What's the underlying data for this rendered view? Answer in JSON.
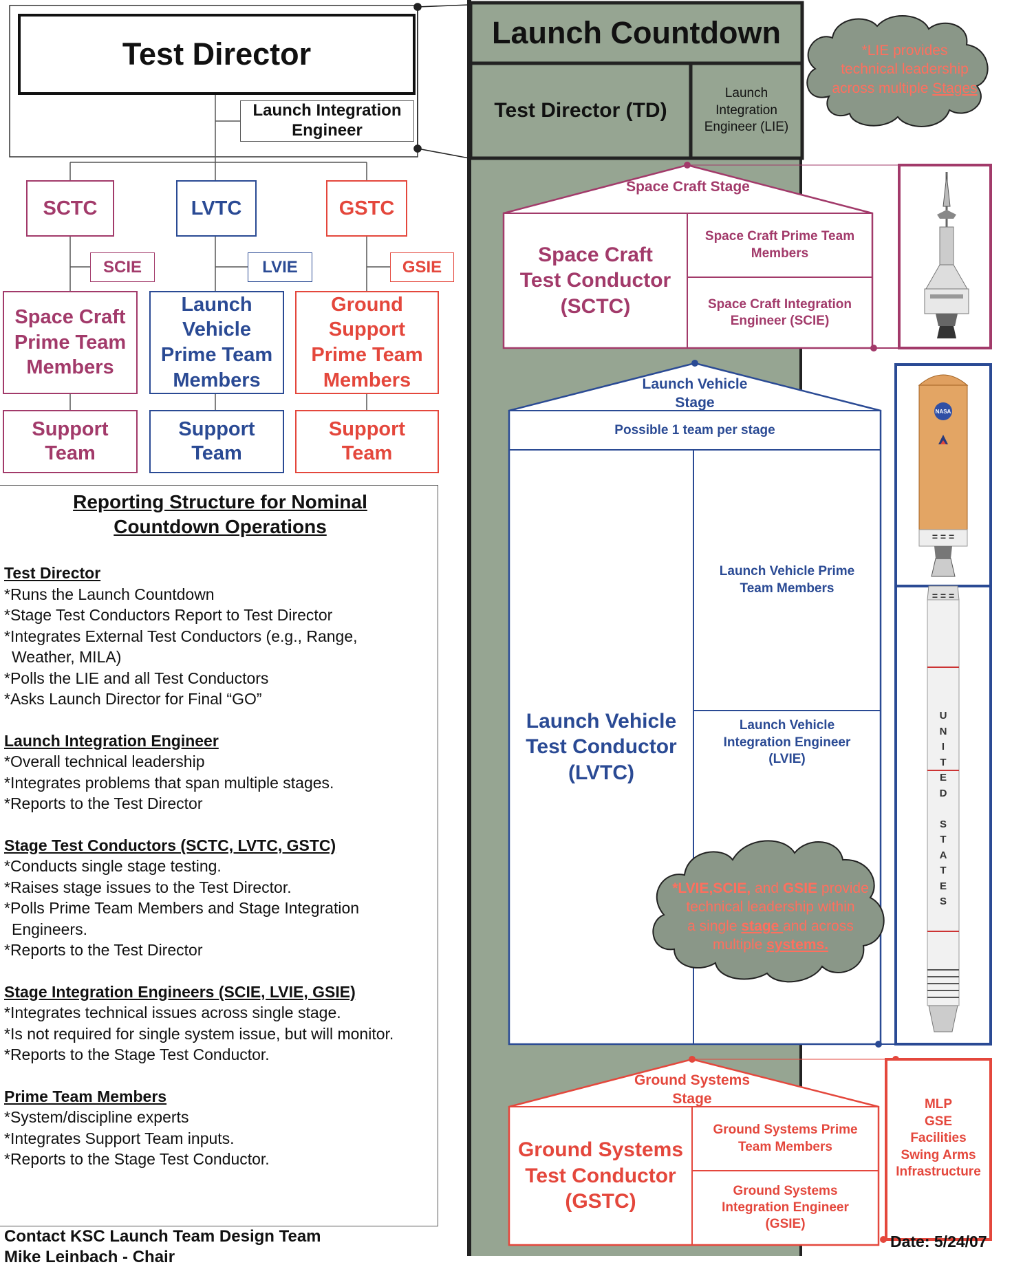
{
  "org_chart": {
    "test_director": "Test Director",
    "launch_integration_engineer": "Launch Integration Engineer",
    "stages": [
      {
        "tc": "SCTC",
        "ie": "SCIE",
        "prime": "Space Craft Prime Team Members",
        "support": "Support Team",
        "color": "#a23a6a"
      },
      {
        "tc": "LVTC",
        "ie": "LVIE",
        "prime": "Launch Vehicle Prime Team Members",
        "support": "Support Team",
        "color": "#2a4a94"
      },
      {
        "tc": "GSTC",
        "ie": "GSIE",
        "prime": "Ground Support Prime Team Members",
        "support": "Support Team",
        "color": "#e4473c"
      }
    ]
  },
  "reporting": {
    "title": "Reporting Structure for Nominal Countdown Operations",
    "sections": [
      {
        "heading": "Test Director",
        "items": [
          "*Runs the Launch Countdown",
          "*Stage Test Conductors Report to Test Director",
          "*Integrates External Test Conductors (e.g., Range, Weather, MILA)",
          "*Polls the LIE and all Test Conductors",
          "*Asks Launch Director for Final “GO”"
        ]
      },
      {
        "heading": "Launch Integration Engineer",
        "items": [
          "*Overall technical leadership",
          "*Integrates problems that span multiple stages.",
          "*Reports to the Test Director"
        ]
      },
      {
        "heading": "Stage Test Conductors (SCTC, LVTC, GSTC)",
        "items": [
          "*Conducts single stage testing.",
          "*Raises stage issues to the Test Director.",
          "*Polls Prime Team Members and Stage Integration Engineers.",
          "*Reports to the Test Director"
        ]
      },
      {
        "heading": "Stage Integration Engineers (SCIE, LVIE, GSIE)",
        "items": [
          "*Integrates technical issues across single stage.",
          "*Is not required for single system issue, but will monitor.",
          "*Reports to the Stage Test Conductor."
        ]
      },
      {
        "heading": "Prime Team Members",
        "items": [
          "*System/discipline experts",
          "*Integrates Support Team inputs.",
          "*Reports to the Stage Test Conductor."
        ]
      }
    ],
    "contact_line1": "Contact KSC Launch Team Design Team",
    "contact_line2": "Mike Leinbach - Chair"
  },
  "countdown": {
    "title": "Launch Countdown",
    "td": "Test Director (TD)",
    "lie": "Launch Integration Engineer (LIE)",
    "cloud_top": {
      "line1": "*LIE provides",
      "line2": "technical leadership",
      "line3": "across multiple ",
      "line3_u": "Stages"
    },
    "sc": {
      "roof": "Space Craft Stage",
      "tc": "Space Craft Test Conductor (SCTC)",
      "prime": "Space Craft Prime Team Members",
      "ie": "Space Craft Integration Engineer (SCIE)"
    },
    "lv": {
      "roof": "Launch Vehicle Stage",
      "note": "Possible 1 team per stage",
      "tc": "Launch Vehicle Test Conductor (LVTC)",
      "prime": "Launch Vehicle  Prime Team Members",
      "ie": "Launch Vehicle Integration Engineer (LVIE)"
    },
    "cloud_mid": {
      "p1": "*LVIE,SCIE,",
      "p2": " and ",
      "p3": "GSIE",
      "p4": " provide",
      "line2": "technical leadership within",
      "line3a": "a single ",
      "line3u": "stage ",
      "line3b": "and across",
      "line4a": "multiple ",
      "line4u": "systems."
    },
    "gs": {
      "roof": "Ground Systems Stage",
      "tc": "Ground Systems Test Conductor (GSTC)",
      "prime": "Ground Systems Prime Team Members",
      "ie": "Ground Systems Integration Engineer (GSIE)"
    },
    "mlp_box": [
      "MLP",
      "GSE",
      "Facilities",
      "Swing Arms",
      "Infrastructure"
    ],
    "date": "Date: 5/24/07"
  },
  "rocket": {
    "nasa_label": "NASA",
    "side_text": [
      "U",
      "N",
      "I",
      "T",
      "E",
      "D",
      "",
      "S",
      "T",
      "A",
      "T",
      "E",
      "S"
    ],
    "band_text": "= = ="
  }
}
